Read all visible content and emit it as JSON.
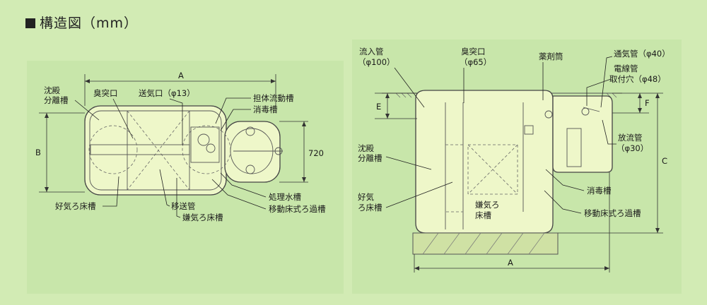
{
  "heading": "構造図（mm）",
  "plan": {
    "dims": {
      "a": "A",
      "b": "B",
      "h": "720"
    },
    "labels": {
      "chinden": "沈殿",
      "bunri": "分離槽",
      "shuto": "臭突口",
      "sokiko": "送気口（φ13）",
      "tanto": "担体流動槽",
      "shodoku": "消毒槽",
      "kouki": "好気ろ床槽",
      "isou": "移送管",
      "kenki": "嫌気ろ床槽",
      "shorisui": "処理水槽",
      "idou": "移動床式ろ過槽"
    }
  },
  "section": {
    "dims": {
      "a": "A",
      "c": "C",
      "e": "E",
      "f": "F"
    },
    "labels": {
      "inflow": "流入管",
      "inflow_d": "（φ100）",
      "shuto": "臭突口",
      "shuto_d": "（φ65）",
      "yakuzai": "薬剤筒",
      "tsuki": "通気管（φ40）",
      "densen1": "電線管",
      "densen2": "取付穴（φ48）",
      "chinden": "沈殿",
      "bunri": "分離槽",
      "houryu": "放流管",
      "houryu_d": "（φ30）",
      "kouki1": "好気",
      "kouki2": "ろ床槽",
      "kenki1": "嫌気ろ",
      "kenki2": "床槽",
      "shodoku": "消毒槽",
      "idou": "移動床式ろ過槽"
    }
  }
}
